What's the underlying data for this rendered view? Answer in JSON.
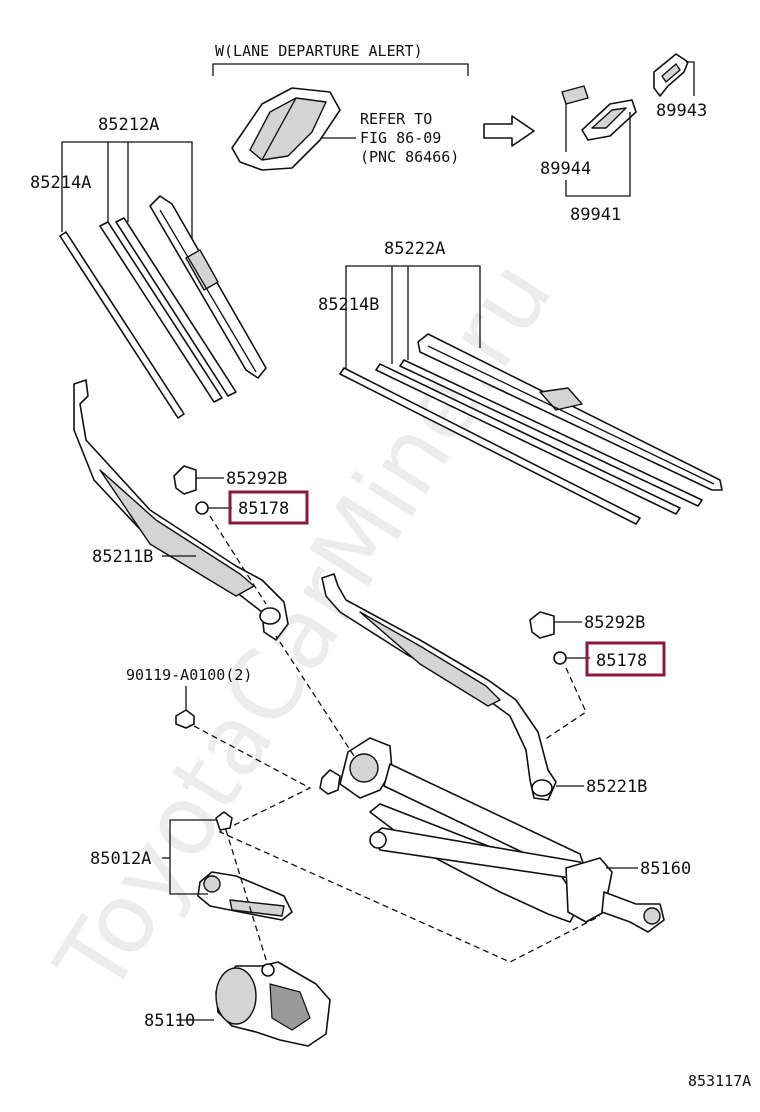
{
  "colors": {
    "highlight": "#8b1a3a",
    "ink": "#111111"
  },
  "watermark": "ToyotaCarMine.ru",
  "figure_number": "853117A",
  "lane_alert": {
    "title": "W(LANE DEPARTURE ALERT)",
    "refer_line1": "REFER TO",
    "refer_line2": "FIG 86-09",
    "refer_line3": "(PNC 86466)"
  },
  "parts": {
    "p85212A": "85212A",
    "p85214A": "85214A",
    "p85222A": "85222A",
    "p85214B": "85214B",
    "p85292B_1": "85292B",
    "p85178_1": "85178",
    "p85211B": "85211B",
    "p85292B_2": "85292B",
    "p85178_2": "85178",
    "p90119": "90119-A0100(2)",
    "p85221B": "85221B",
    "p85012A": "85012A",
    "p85160": "85160",
    "p85110": "85110",
    "p89943": "89943",
    "p89944": "89944",
    "p89941": "89941"
  }
}
